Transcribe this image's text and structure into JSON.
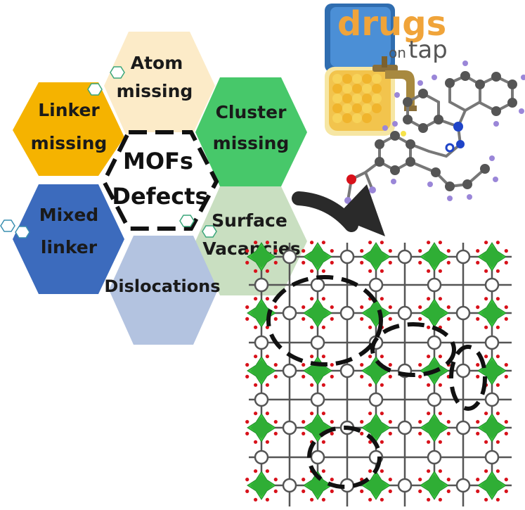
{
  "center": {
    "title_line1": "MOFs",
    "title_line2": "Defects"
  },
  "defect_types": [
    {
      "id": "atom",
      "line1": "Atom",
      "line2": "missing",
      "color": "#fcebc8"
    },
    {
      "id": "cluster",
      "line1": "Cluster",
      "line2": "missing",
      "color": "#47c86a"
    },
    {
      "id": "surface",
      "line1": "Surface",
      "line2": "Vacancies",
      "color": "#c9dfc1"
    },
    {
      "id": "dislocations",
      "line1": "Dislocations",
      "line2": "",
      "color": "#b3c3e0"
    },
    {
      "id": "mixed",
      "line1": "Mixed",
      "line2": "linker",
      "color": "#3c6bbd"
    },
    {
      "id": "linker",
      "line1": "Linker",
      "line2": "missing",
      "color": "#f5b300"
    }
  ],
  "logo": {
    "word1": "drugs",
    "word2_small": "on",
    "word2_large": "tap",
    "word1_color": "#f0a43a",
    "word2_color": "#555555"
  },
  "colors": {
    "cluster_green": "#39c43a",
    "oxygen_red": "#d8111a",
    "linker_gray": "#555555",
    "arrow": "#2a2a2a",
    "dashed_outline": "#111111"
  }
}
